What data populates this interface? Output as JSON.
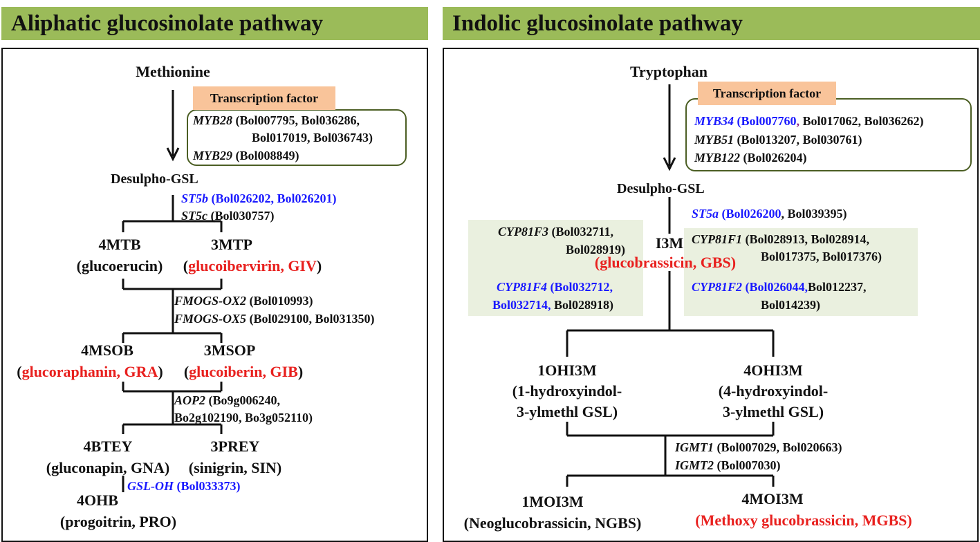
{
  "left": {
    "header": "Aliphatic glucosinolate pathway",
    "methionine": "Methionine",
    "tf_label": "Transcription factor",
    "myb28_gene": "MYB28",
    "myb28_ids_1": "(Bol007795, Bol036286,",
    "myb28_ids_2": "Bol017019, Bol036743)",
    "myb29_gene": "MYB29",
    "myb29_ids": "(Bol008849)",
    "desulpho": "Desulpho-GSL",
    "st5b_gene": "ST5b",
    "st5b_ids": "(Bol026202, Bol026201)",
    "st5c_gene": "ST5c",
    "st5c_ids": "(Bol030757)",
    "mtb4": "4MTB",
    "mtb4_sub": "(glucoerucin)",
    "mtp3": "3MTP",
    "mtp3_paren_open": "(",
    "mtp3_sub": "glucoibervirin, GIV",
    "mtp3_paren_close": ")",
    "fmo2_gene": "FMOGS-OX2",
    "fmo2_ids": "(Bol010993)",
    "fmo5_gene": "FMOGS-OX5",
    "fmo5_ids": "(Bol029100, Bol031350)",
    "msob4": "4MSOB",
    "msob4_paren_open": "(",
    "msob4_sub": "glucoraphanin, GRA",
    "msob4_paren_close": ")",
    "msop3": "3MSOP",
    "msop3_paren_open": "(",
    "msop3_sub": "glucoiberin, GIB",
    "msop3_paren_close": ")",
    "aop2_gene": "AOP2",
    "aop2_ids_1": "(Bo9g006240,",
    "aop2_ids_2": "Bo2g102190, Bo3g052110)",
    "btey4": "4BTEY",
    "btey4_sub": "(gluconapin, GNA)",
    "prey3": "3PREY",
    "prey3_sub": "(sinigrin, SIN)",
    "gsloh_gene": "GSL-OH",
    "gsloh_ids": "(Bol033373)",
    "ohb4": "4OHB",
    "ohb4_sub": "(progoitrin, PRO)"
  },
  "right": {
    "header": "Indolic glucosinolate pathway",
    "tryptophan": "Tryptophan",
    "tf_label": "Transcription factor",
    "myb34_gene": "MYB34",
    "myb34_ids_blue": "(Bol007760",
    "myb34_comma": ",",
    "myb34_ids_rest": "Bol017062, Bol036262)",
    "myb51_gene": "MYB51",
    "myb51_ids": "(Bol013207, Bol030761)",
    "myb122_gene": "MYB122",
    "myb122_ids": "(Bol026204)",
    "desulpho": "Desulpho-GSL",
    "st5a_gene": "ST5a",
    "st5a_ids_blue": "(Bol026200",
    "st5a_ids_rest": ", Bol039395)",
    "cyp81f3_gene": "CYP81F3",
    "cyp81f3_ids_1": "(Bol032711,",
    "cyp81f3_ids_2": "Bol028919)",
    "i3m": "I3M",
    "i3m_sub": "(glucobrassicin, GBS)",
    "cyp81f1_gene": "CYP81F1",
    "cyp81f1_ids_1": "(Bol028913, Bol028914,",
    "cyp81f1_ids_2": "Bol017375,  Bol017376)",
    "cyp81f4_gene": "CYP81F4",
    "cyp81f4_ids_1": "(Bol032712,",
    "cyp81f4_ids_2_blue": "Bol032714,",
    "cyp81f4_ids_2_rest": "Bol028918)",
    "cyp81f2_gene": "CYP81F2",
    "cyp81f2_ids_blue": "(Bol026044,",
    "cyp81f2_ids_rest": "Bol012237,",
    "cyp81f2_ids_2": "Bol014239)",
    "ohi3m1": "1OHI3M",
    "ohi3m1_sub1": "(1-hydroxyindol-",
    "ohi3m1_sub2": "3-ylmethl GSL)",
    "ohi3m4": "4OHI3M",
    "ohi3m4_sub1": "(4-hydroxyindol-",
    "ohi3m4_sub2": "3-ylmethl GSL)",
    "igmt1_gene": "IGMT1",
    "igmt1_ids": "(Bol007029, Bol020663)",
    "igmt2_gene": "IGMT2",
    "igmt2_ids": "(Bol007030)",
    "moi3m1": "1MOI3M",
    "moi3m1_sub": "(Neoglucobrassicin, NGBS)",
    "moi3m4": "4MOI3M",
    "moi3m4_sub": "(Methoxy glucobrassicin, MGBS)"
  },
  "colors": {
    "header_bg": "#9bbb59",
    "tf_label_bg": "#f9c49a",
    "tf_box_border": "#4b5e23",
    "shade_bg": "#eaf0df",
    "gene_blue": "#1a1aff",
    "compound_red": "#e8201e"
  }
}
